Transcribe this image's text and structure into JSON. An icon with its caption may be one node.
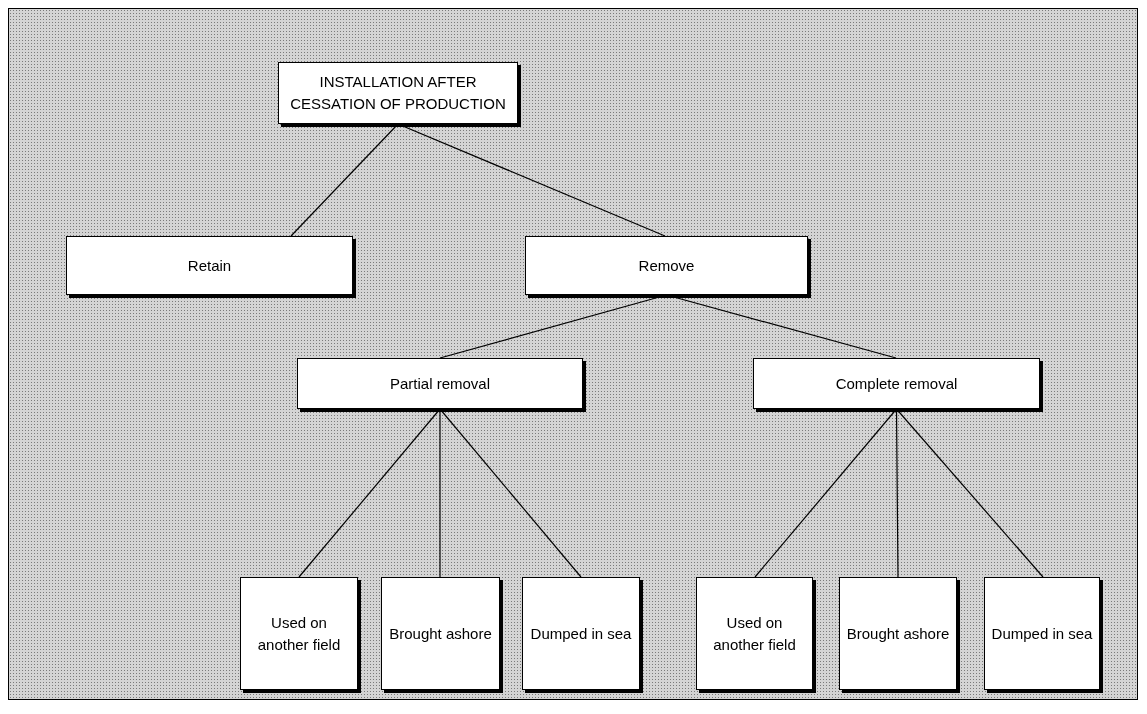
{
  "diagram": {
    "nodes": [
      {
        "text": [
          "INSTALLATION AFTER CESSATION OF PRODUCTION"
        ]
      },
      {
        "text": [
          "Retain"
        ]
      },
      {
        "text": [
          "Remove"
        ]
      },
      {
        "text": [
          "Partial removal"
        ]
      },
      {
        "text": [
          "Complete removal"
        ]
      },
      {
        "text": [
          "Used on another field"
        ]
      },
      {
        "text": [
          "Brought ashore"
        ]
      },
      {
        "text": [
          "Dumped in sea"
        ]
      },
      {
        "text": [
          "Used on another field"
        ]
      },
      {
        "text": [
          "Brought ashore"
        ]
      },
      {
        "text": [
          "Dumped in sea"
        ]
      }
    ],
    "edges": [
      {
        "from": 0,
        "to": 1,
        "arrow": "none"
      },
      {
        "from": 0,
        "to": 2,
        "arrow": "none"
      },
      {
        "from": 2,
        "to": 3,
        "arrow": "none"
      },
      {
        "from": 2,
        "to": 4,
        "arrow": "none"
      },
      {
        "from": 3,
        "to": 5,
        "arrow": "none"
      },
      {
        "from": 3,
        "to": 6,
        "arrow": "none"
      },
      {
        "from": 3,
        "to": 7,
        "arrow": "none"
      },
      {
        "from": 4,
        "to": 8,
        "arrow": "none"
      },
      {
        "from": 4,
        "to": 9,
        "arrow": "none"
      },
      {
        "from": 4,
        "to": 10,
        "arrow": "none"
      }
    ]
  }
}
